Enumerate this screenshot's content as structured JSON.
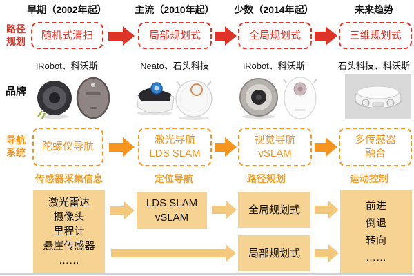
{
  "colors": {
    "accent_red": "#DE3428",
    "accent_orange": "#F7941D",
    "pipeline_fill": "#F6D392",
    "pipeline_arrow": "#F3C97E"
  },
  "eras": [
    "早期（2002年起）",
    "主流（2010年起）",
    "少数（2014年起）",
    "未来趋势"
  ],
  "row_labels": {
    "path_planning": [
      "路径",
      "规划"
    ],
    "brand": "品牌",
    "navigation": [
      "导航",
      "系统"
    ]
  },
  "path_planning": [
    "随机式清扫",
    "局部规划式",
    "全局规划式",
    "三维规划式"
  ],
  "brands": [
    "iRobot、科沃斯",
    "Neato、石头科技",
    "iRobot、科沃斯",
    "石头科技、科沃斯"
  ],
  "navigation": [
    [
      "陀螺仪导航"
    ],
    [
      "激光导航",
      "LDS SLAM"
    ],
    [
      "视觉导航",
      "vSLAM"
    ],
    [
      "多传感器",
      "融合"
    ]
  ],
  "pipeline": {
    "headers": [
      "传感器采集信息",
      "定位导航",
      "路径规划",
      "运动控制"
    ],
    "sensors": [
      "激光雷达",
      "摄像头",
      "里程计",
      "悬崖传感器",
      "……"
    ],
    "localization": [
      "LDS SLAM",
      "vSLAM"
    ],
    "planning": [
      "全局规划式",
      "局部规划式"
    ],
    "motion": [
      "前进",
      "倒退",
      "转向",
      "……"
    ]
  }
}
